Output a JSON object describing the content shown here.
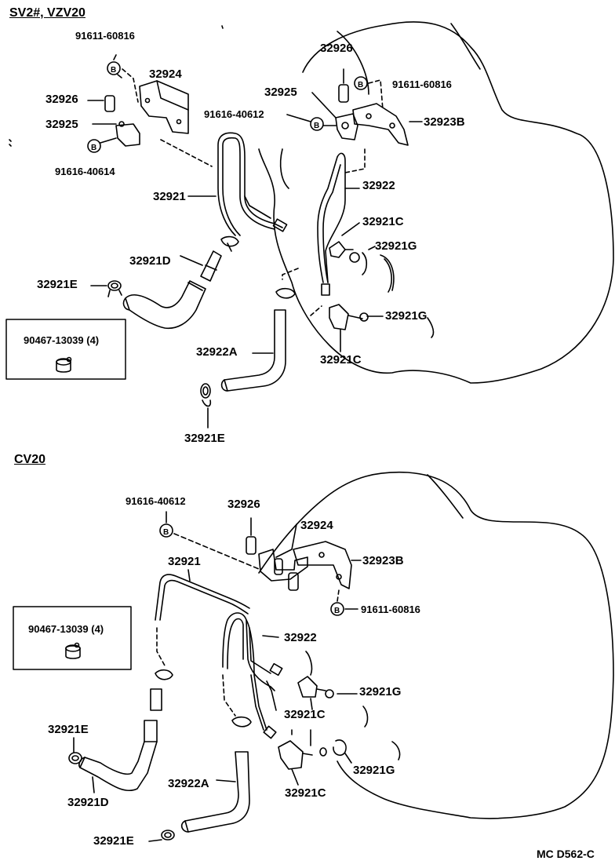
{
  "sections": {
    "top": "SV2#, VZV20",
    "bottom": "CV20"
  },
  "top_labels": {
    "bolt_a": "91611-60816",
    "bracket_a": "32924",
    "sleeve_a": "32926",
    "clamp_a": "32925",
    "bolt_b": "91616-40614",
    "tube_a": "32921",
    "hose_a": "32921D",
    "clip_a": "32921E",
    "sleeve_b": "32926",
    "bolt_c": "91611-60816",
    "clamp_b": "32925",
    "bolt_d": "91616-40612",
    "bracket_b": "32923B",
    "tube_b": "32922",
    "union_a": "32921C",
    "gasket_a": "32921G",
    "gasket_b": "32921G",
    "union_b": "32921C",
    "hose_b": "32922A",
    "clip_b": "32921E"
  },
  "top_box": {
    "part": "90467-13039 (4)"
  },
  "bottom_labels": {
    "bolt_a": "91616-40612",
    "sleeve_a": "32926",
    "bracket_a": "32924",
    "tube_a": "32921",
    "bracket_b": "32923B",
    "bolt_b": "91611-60816",
    "tube_b": "32922",
    "gasket_a": "32921G",
    "union_a": "32921C",
    "clip_a": "32921E",
    "gasket_b": "32921G",
    "hose_a": "32921D",
    "hose_b": "32922A",
    "union_b": "32921C",
    "clip_b": "32921E"
  },
  "bottom_box": {
    "part": "90467-13039 (4)"
  },
  "footer_code": "MC D562-C"
}
